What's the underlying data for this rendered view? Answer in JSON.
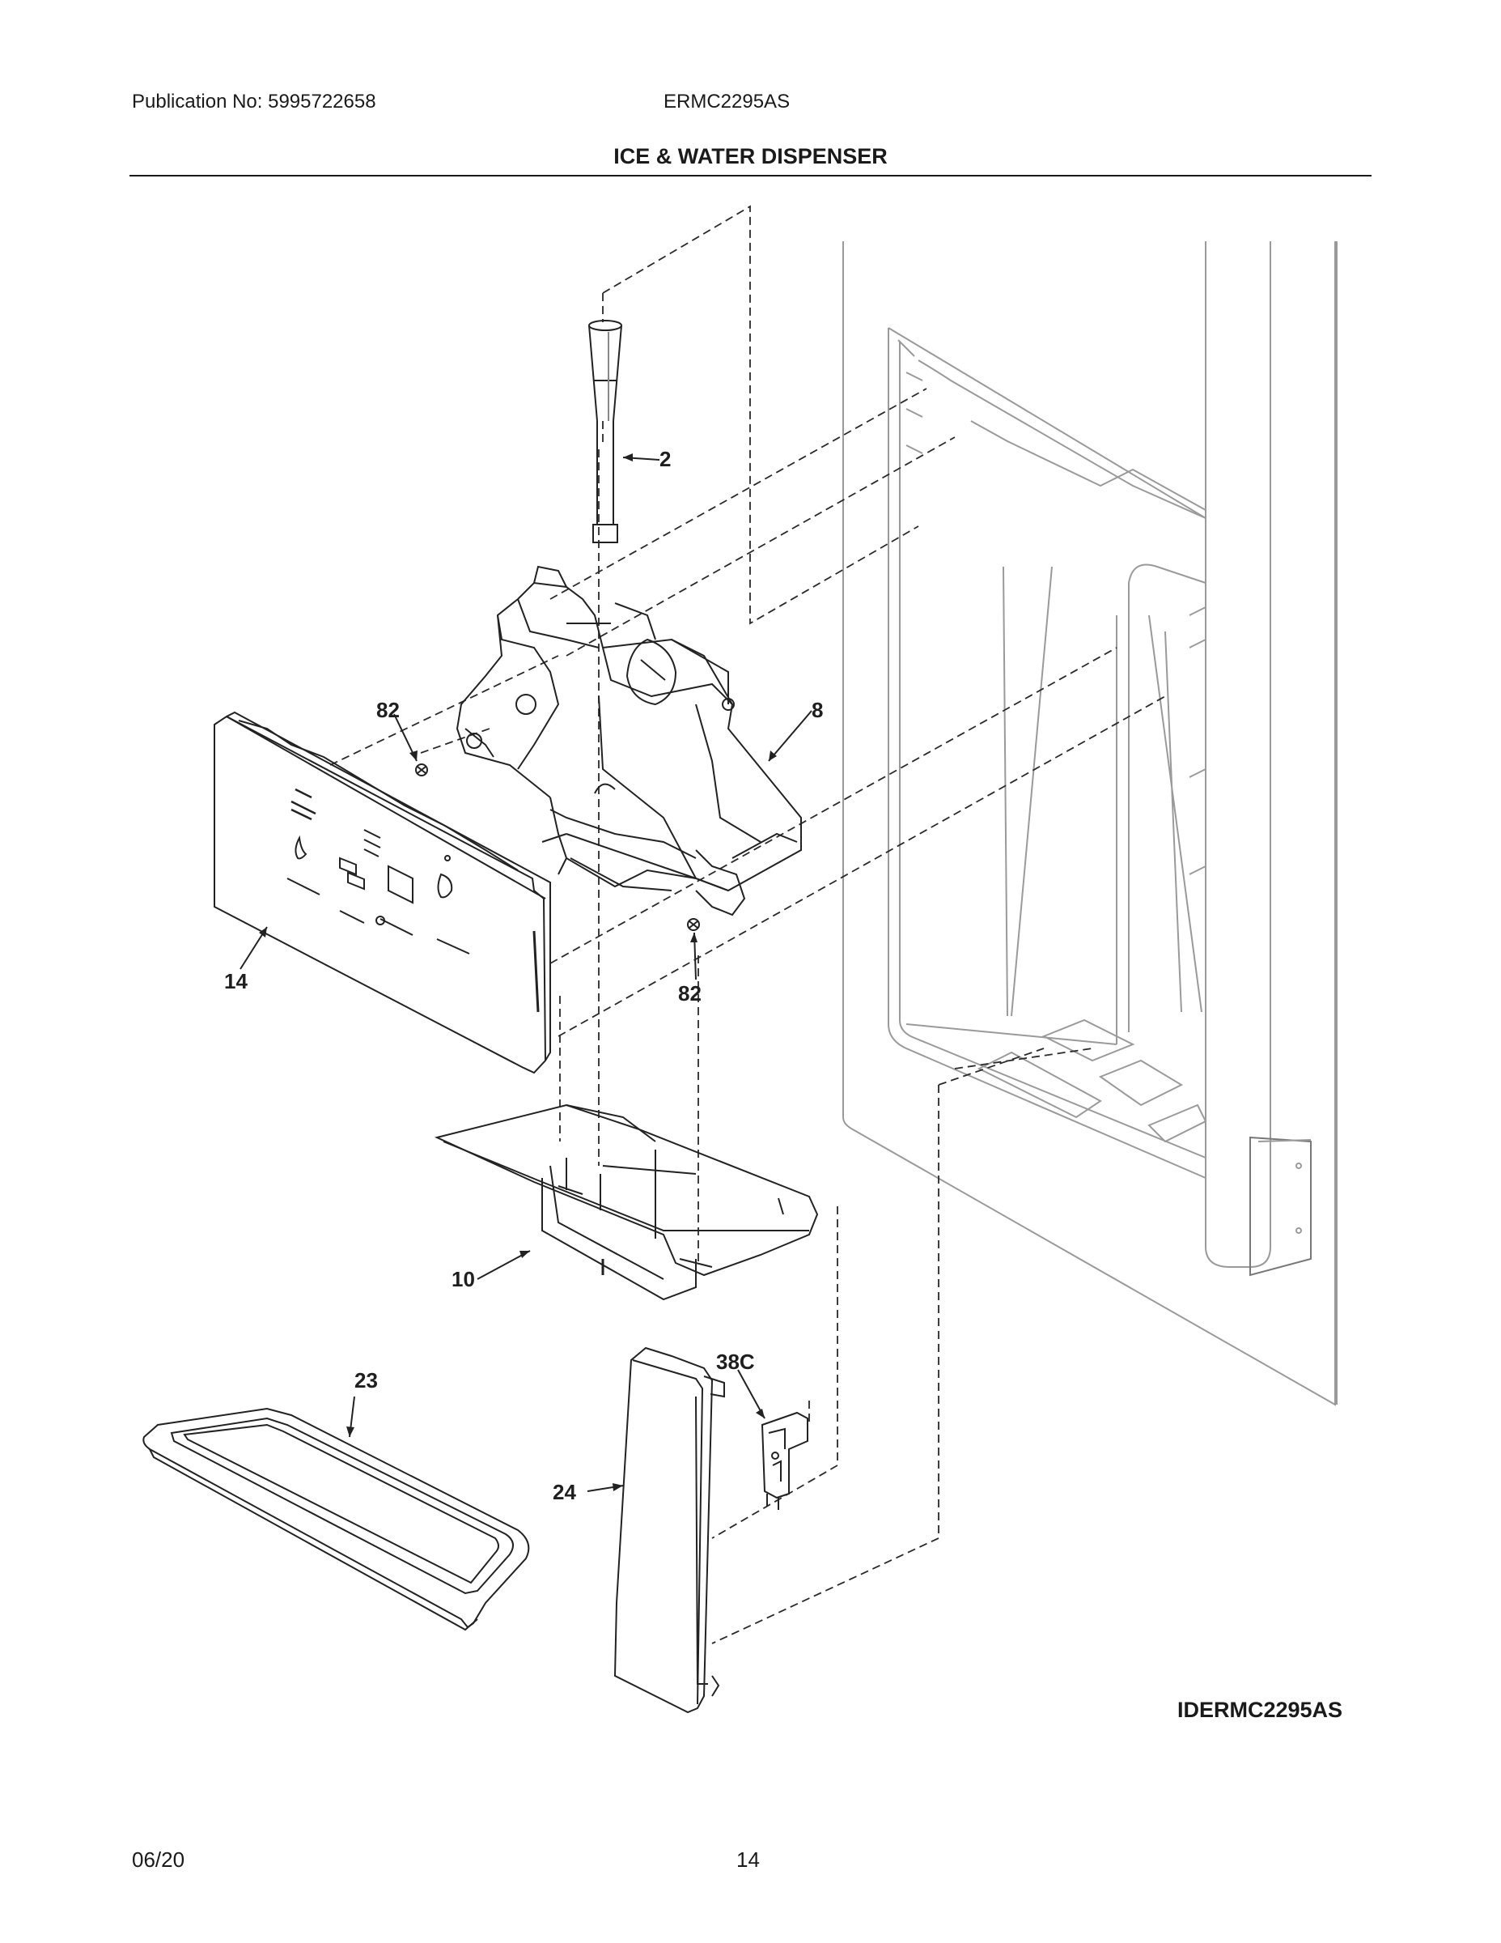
{
  "header": {
    "publication": "Publication No: 5995722658",
    "model": "ERMC2295AS",
    "title": "ICE & WATER DISPENSER"
  },
  "callouts": {
    "c2": "2",
    "c8": "8",
    "c82a": "82",
    "c82b": "82",
    "c14": "14",
    "c10": "10",
    "c23": "23",
    "c24": "24",
    "c38c": "38C"
  },
  "illustration_id": "IDERMC2295AS",
  "footer": {
    "date": "06/20",
    "page": "14"
  }
}
